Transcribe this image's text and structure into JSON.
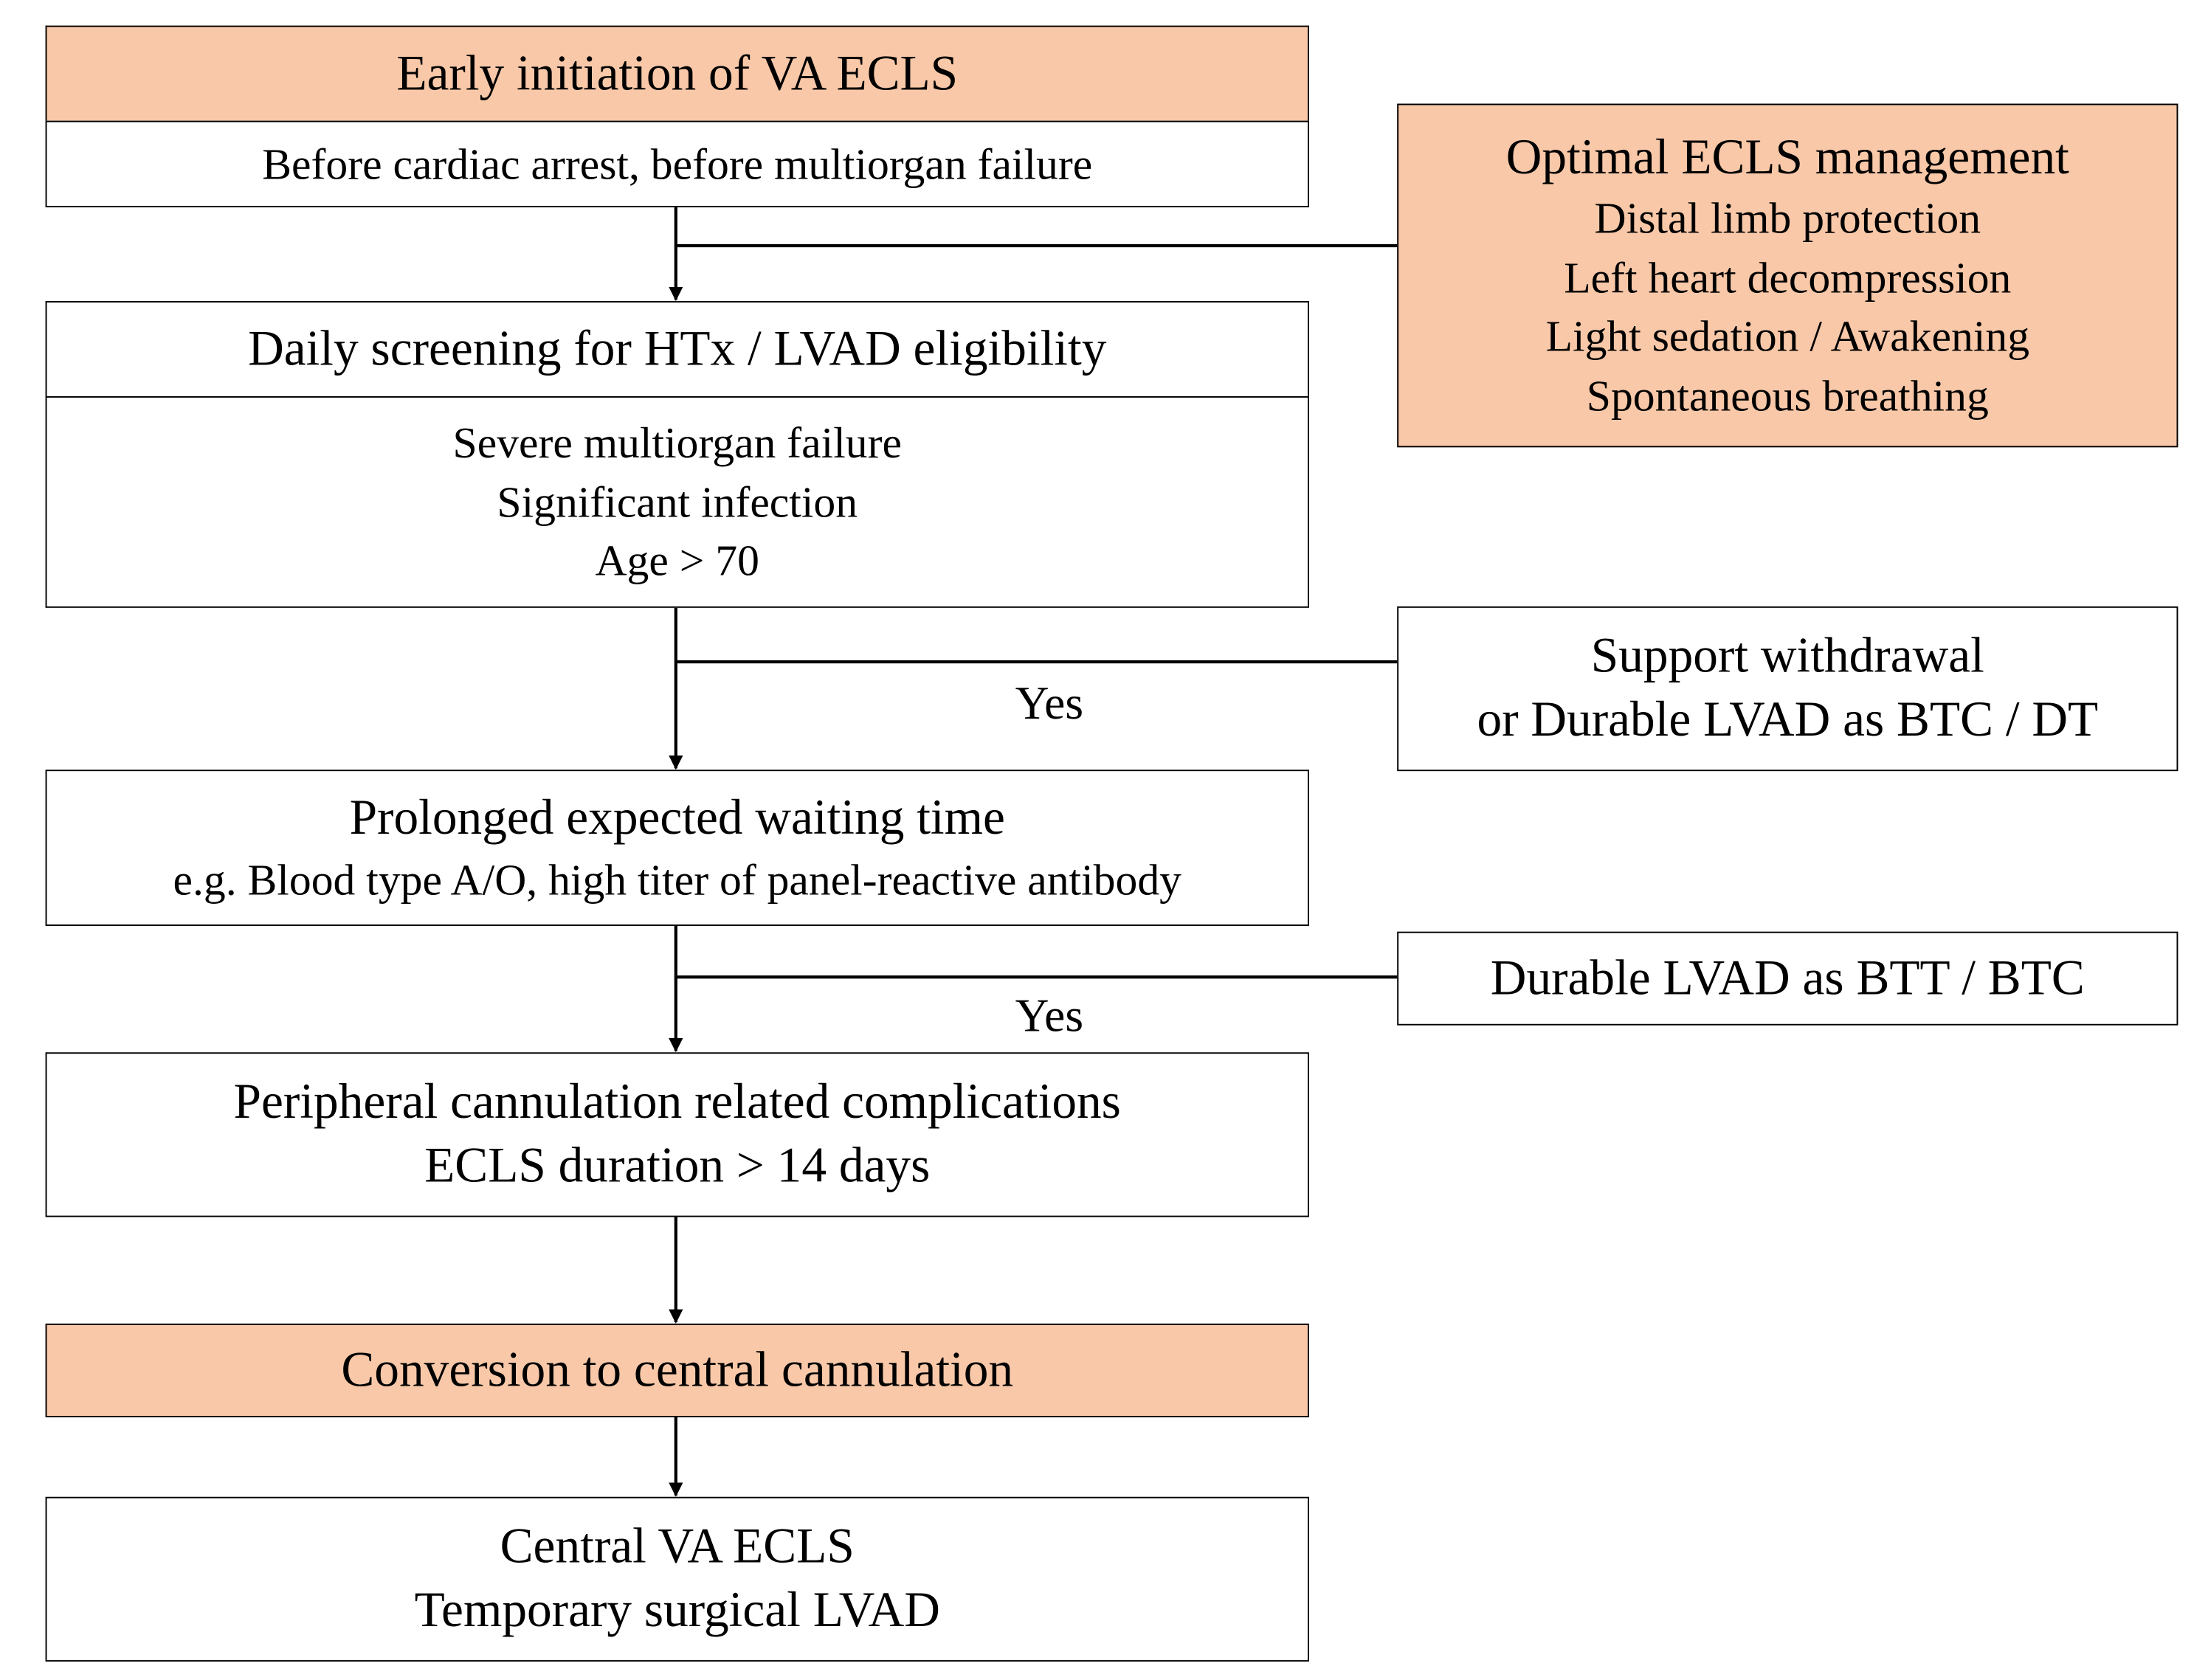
{
  "colors": {
    "highlight_fill": "#F8C8A8",
    "border": "#000000",
    "background": "#FFFFFF"
  },
  "flowchart": {
    "early_initiation": {
      "title": "Early initiation of VA ECLS",
      "detail": "Before cardiac arrest, before multiorgan failure"
    },
    "daily_screening": {
      "title": "Daily screening for HTx / LVAD eligibility",
      "criteria": [
        "Severe multiorgan failure",
        "Significant infection",
        "Age > 70"
      ]
    },
    "prolonged_waiting": {
      "title": "Prolonged expected waiting time",
      "detail": "e.g. Blood type A/O, high titer of panel-reactive antibody"
    },
    "peripheral_complications": {
      "lines": [
        "Peripheral cannulation related complications",
        "ECLS duration > 14 days"
      ]
    },
    "conversion": {
      "title": "Conversion to central cannulation"
    },
    "central_ecls": {
      "lines": [
        "Central VA ECLS",
        "Temporary surgical LVAD"
      ]
    },
    "optimal_management": {
      "title": "Optimal ECLS management",
      "items": [
        "Distal limb protection",
        "Left heart decompression",
        "Light sedation / Awakening",
        "Spontaneous breathing"
      ]
    },
    "support_withdrawal": {
      "lines": [
        "Support withdrawal",
        "or Durable LVAD as BTC / DT"
      ]
    },
    "durable_lvad_btt": {
      "label": "Durable LVAD as BTT / BTC"
    },
    "branch_labels": {
      "yes_first": "Yes",
      "yes_second": "Yes"
    }
  }
}
